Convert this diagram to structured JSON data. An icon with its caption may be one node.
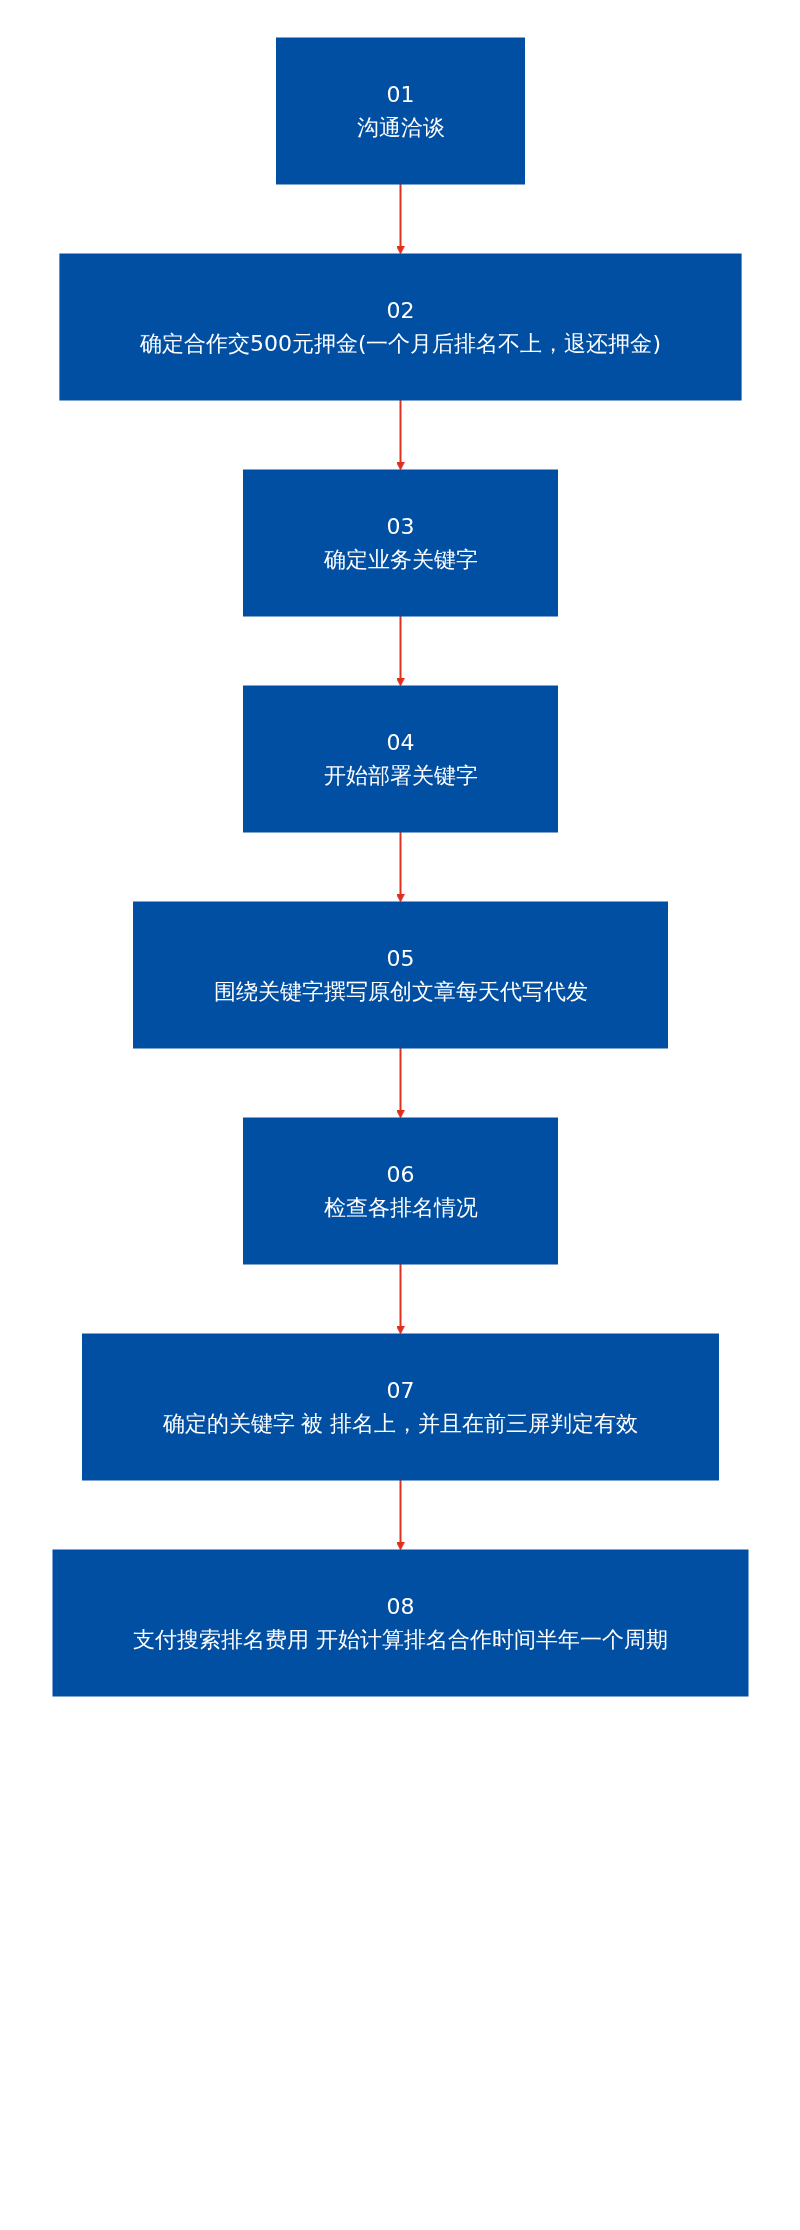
{
  "diagram": {
    "nodes": [
      {
        "text": [
          "01",
          "沟通洽谈"
        ]
      },
      {
        "text": [
          "02",
          "确定合作交500元押金(一个月后排名不上，退还押金)"
        ]
      },
      {
        "text": [
          "03",
          "确定业务关键字"
        ]
      },
      {
        "text": [
          "04",
          "开始部署关键字"
        ]
      },
      {
        "text": [
          "05",
          "围绕关键字撰写原创文章每天代写代发"
        ]
      },
      {
        "text": [
          "06",
          "检查各排名情况"
        ]
      },
      {
        "text": [
          "07",
          "确定的关键字 被 排名上，并且在前三屏判定有效"
        ]
      },
      {
        "text": [
          "08",
          "支付搜索排名费用 开始计算排名合作时间半年一个周期"
        ]
      }
    ],
    "edges": [
      {
        "from": 0,
        "to": 1,
        "arrow": "to"
      },
      {
        "from": 1,
        "to": 2,
        "arrow": "to"
      },
      {
        "from": 2,
        "to": 3,
        "arrow": "to"
      },
      {
        "from": 3,
        "to": 4,
        "arrow": "to"
      },
      {
        "from": 4,
        "to": 5,
        "arrow": "to"
      },
      {
        "from": 5,
        "to": 6,
        "arrow": "to"
      },
      {
        "from": 6,
        "to": 7,
        "arrow": "to"
      }
    ]
  }
}
